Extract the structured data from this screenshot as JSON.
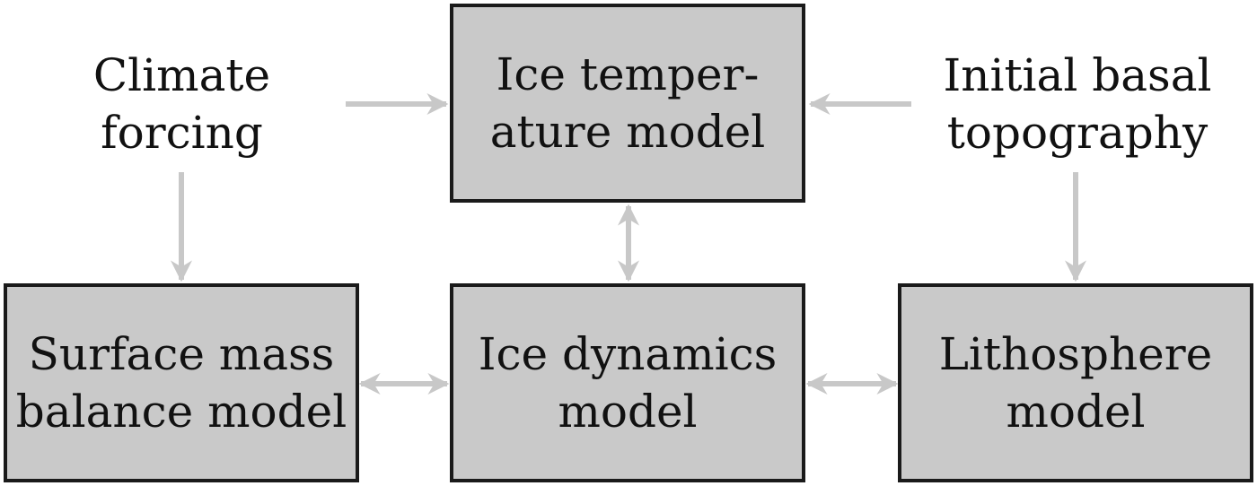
{
  "inputs": {
    "climate_forcing": [
      "Climate",
      "forcing"
    ],
    "initial_basal_topography": [
      "Initial basal",
      "topography"
    ]
  },
  "models": {
    "ice_temperature": [
      "Ice temper-",
      "ature model"
    ],
    "surface_mass_balance": [
      "Surface mass",
      "balance model"
    ],
    "ice_dynamics": [
      "Ice dynamics",
      "model"
    ],
    "lithosphere": [
      "Lithosphere",
      "model"
    ]
  },
  "colors": {
    "box_fill": "#c9c9c9",
    "box_border": "#1a1a1a",
    "arrow": "#c8c8c8",
    "text": "#111111"
  }
}
